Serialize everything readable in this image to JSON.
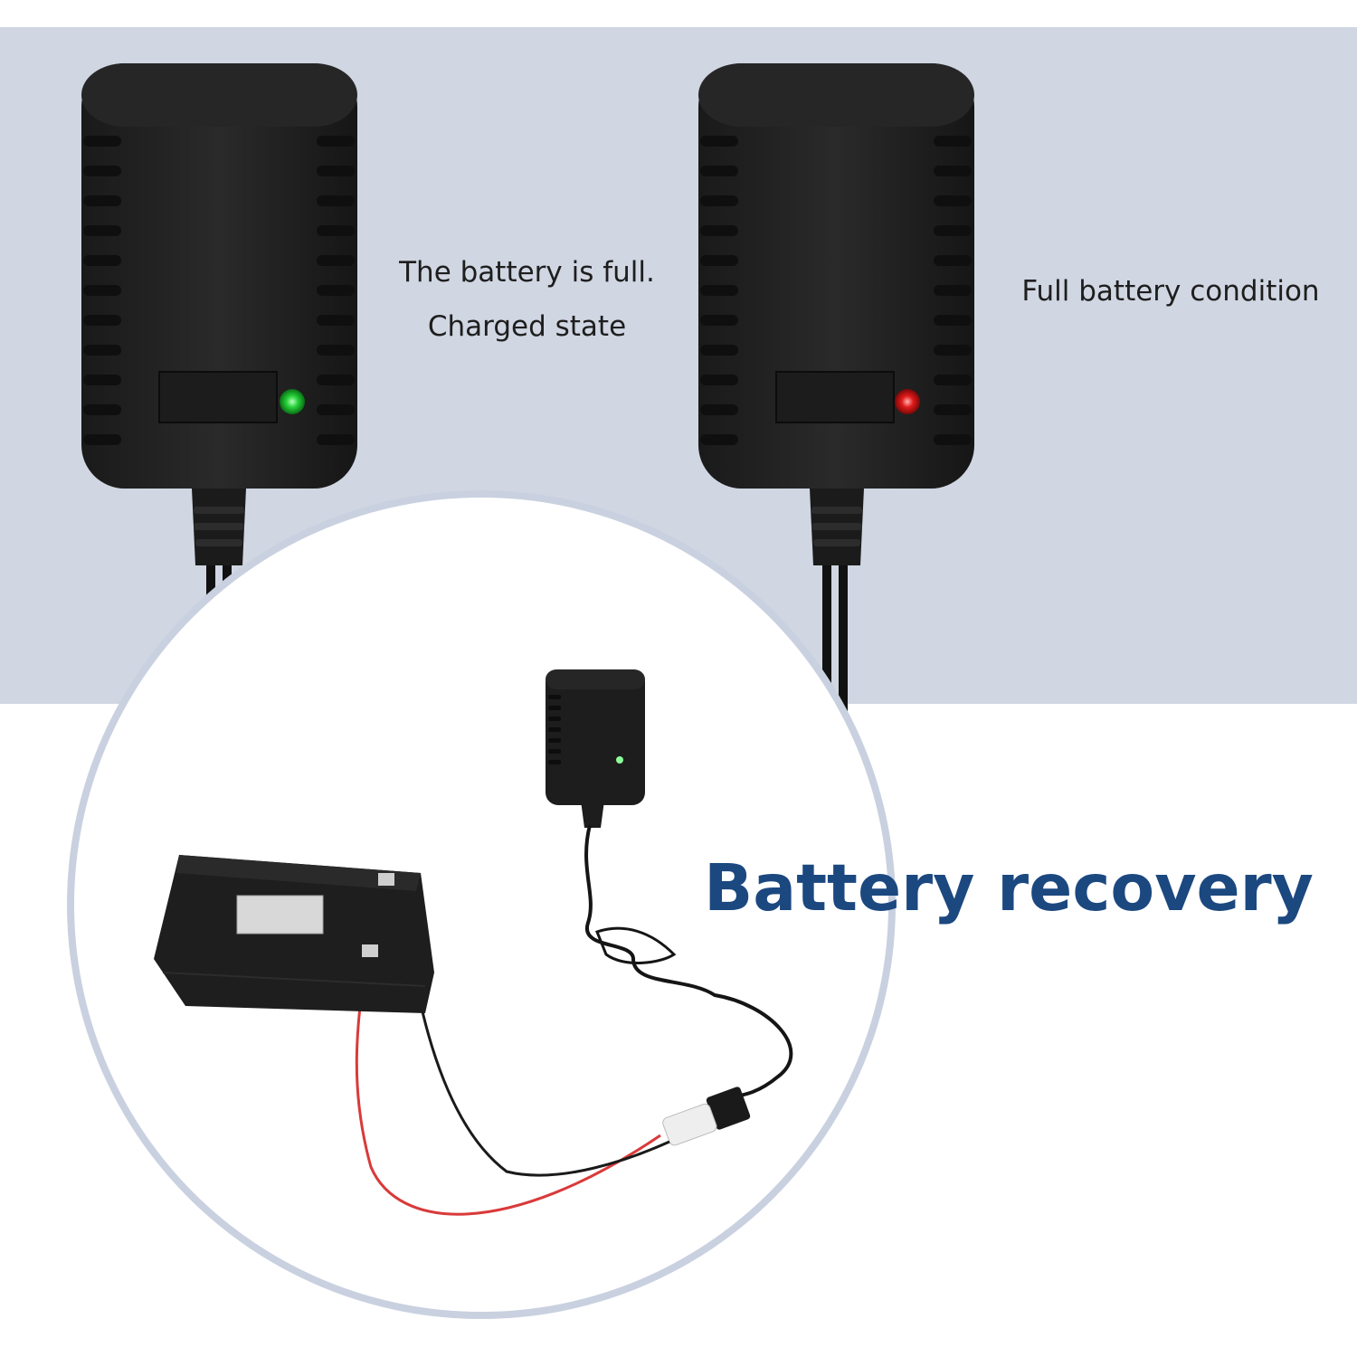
{
  "captions": {
    "green_led_line1": "The battery is full.",
    "green_led_line2": "Charged state",
    "red_led": "Full battery condition"
  },
  "headline": "Battery recovery",
  "colors": {
    "band_background": "#d0d6e2",
    "headline": "#1c4880",
    "led_green": "#27d13a",
    "led_red": "#e01b1b",
    "circle_border": "#c9d1e0"
  },
  "icons": {
    "left_charger": "wall-charger-green-led",
    "right_charger": "wall-charger-red-led",
    "inset_charger": "small-charger",
    "inset_battery": "sealed-lead-acid-battery"
  }
}
